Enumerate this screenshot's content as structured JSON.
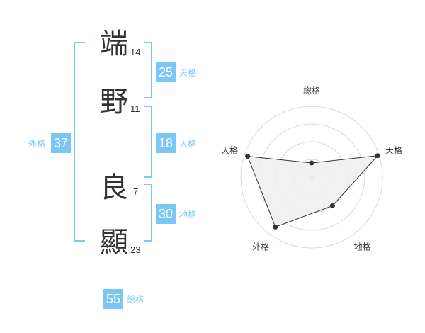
{
  "colors": {
    "accent": "#7ac7f5",
    "accent_text": "#7ac7f5",
    "text": "#333333",
    "ring": "#d9d9d9",
    "fill": "#eeeeee",
    "line": "#333333"
  },
  "name": {
    "chars": [
      {
        "char": "端",
        "strokes": "14"
      },
      {
        "char": "野",
        "strokes": "11"
      },
      {
        "char": "良",
        "strokes": "7"
      },
      {
        "char": "顯",
        "strokes": "23"
      }
    ]
  },
  "kakusu": {
    "tenkaku": {
      "value": "25",
      "label": "天格"
    },
    "jinkaku": {
      "value": "18",
      "label": "人格"
    },
    "chikaku": {
      "value": "30",
      "label": "地格"
    },
    "gaikaku": {
      "value": "37",
      "label": "外格"
    },
    "soukaku": {
      "value": "55",
      "label": "総格"
    }
  },
  "chart_data": {
    "type": "radar",
    "axes": [
      "総格",
      "天格",
      "地格",
      "外格",
      "人格"
    ],
    "values": [
      0.2,
      0.98,
      0.5,
      0.87,
      0.95
    ],
    "scale": [
      0,
      1
    ],
    "rings": 4
  }
}
